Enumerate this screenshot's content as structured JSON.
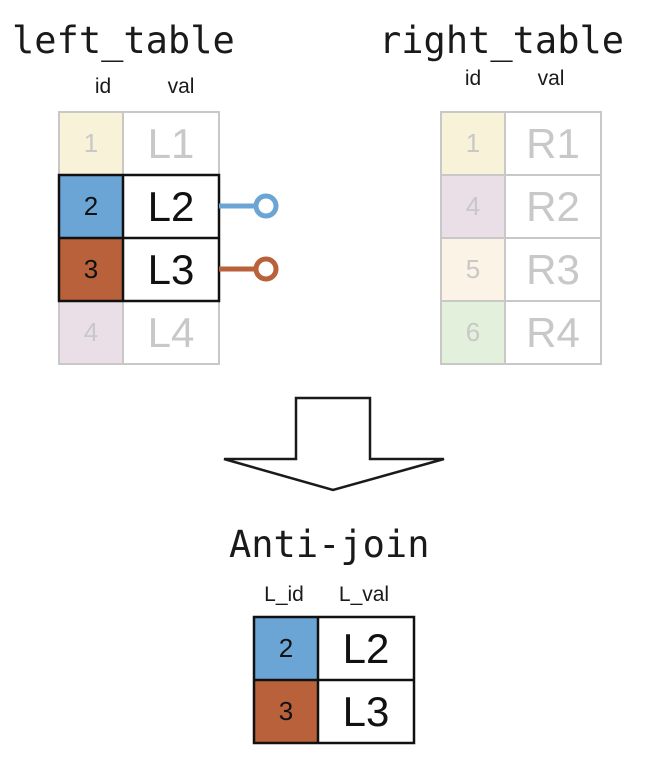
{
  "left_table": {
    "title": "left_table",
    "col_id": "id",
    "col_val": "val",
    "rows": [
      {
        "id": "1",
        "val": "L1",
        "color": "#f8f3d8",
        "matched": false
      },
      {
        "id": "2",
        "val": "L2",
        "color": "#6aa5d5",
        "matched": true
      },
      {
        "id": "3",
        "val": "L3",
        "color": "#b8613a",
        "matched": true
      },
      {
        "id": "4",
        "val": "L4",
        "color": "#eadfe6",
        "matched": false
      }
    ]
  },
  "right_table": {
    "title": "right_table",
    "col_id": "id",
    "col_val": "val",
    "rows": [
      {
        "id": "1",
        "val": "R1",
        "color": "#f8f3d8"
      },
      {
        "id": "4",
        "val": "R2",
        "color": "#eadfe6"
      },
      {
        "id": "5",
        "val": "R3",
        "color": "#fbf3e6"
      },
      {
        "id": "6",
        "val": "R4",
        "color": "#e3f0dc"
      }
    ]
  },
  "result": {
    "title": "Anti-join",
    "col_id": "L_id",
    "col_val": "L_val",
    "rows": [
      {
        "id": "2",
        "val": "L2",
        "color": "#6aa5d5"
      },
      {
        "id": "3",
        "val": "L3",
        "color": "#b8613a"
      }
    ]
  },
  "colors": {
    "blue_connector": "#6aa5d5",
    "orange_connector": "#b8613a",
    "faded_border": "#c8c8c8",
    "strong_border": "#111111"
  }
}
